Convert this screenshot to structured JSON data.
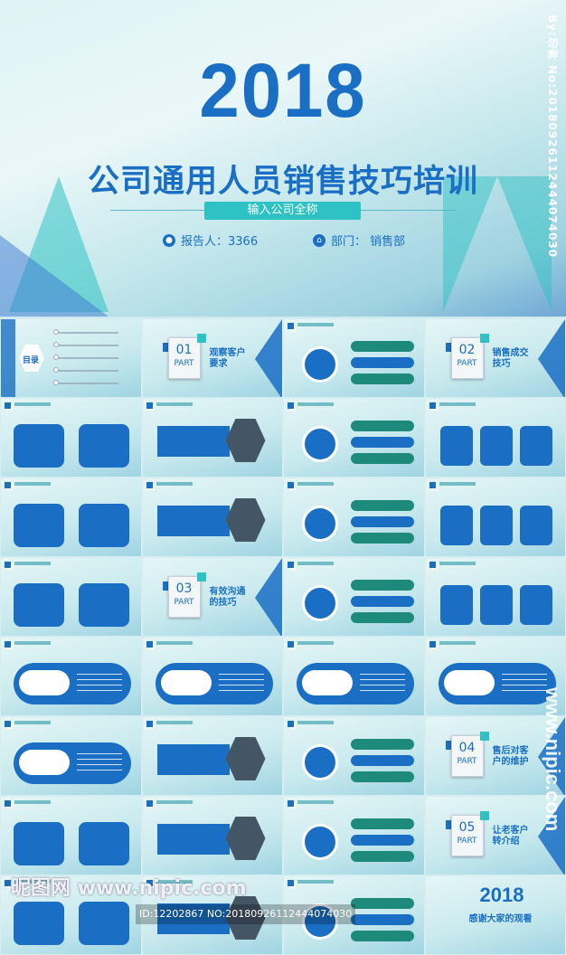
{
  "cover": {
    "year": "2018",
    "title": "公司通用人员销售技巧培训",
    "company_placeholder": "输入公司全称",
    "reporter_label": "报告人：3366",
    "department_label": "部门：  销售部",
    "side_text": "By:勿奔 No:20180926112444074030",
    "colors": {
      "primary": "#1a6fc4",
      "teal": "#2fc2c4",
      "green": "#1d8a7c"
    }
  },
  "thumbnails": [
    {
      "kind": "toc",
      "label": "目录"
    },
    {
      "kind": "part",
      "num": "01",
      "part": "PART",
      "title": "观察客户要求"
    },
    {
      "kind": "content"
    },
    {
      "kind": "part",
      "num": "02",
      "part": "PART",
      "title": "销售成交技巧"
    },
    {
      "kind": "content"
    },
    {
      "kind": "content"
    },
    {
      "kind": "content"
    },
    {
      "kind": "content"
    },
    {
      "kind": "content"
    },
    {
      "kind": "content"
    },
    {
      "kind": "content"
    },
    {
      "kind": "content"
    },
    {
      "kind": "content"
    },
    {
      "kind": "part",
      "num": "03",
      "part": "PART",
      "title": "有效沟通的技巧"
    },
    {
      "kind": "content"
    },
    {
      "kind": "content"
    },
    {
      "kind": "pill"
    },
    {
      "kind": "pill"
    },
    {
      "kind": "pill"
    },
    {
      "kind": "pill"
    },
    {
      "kind": "pill"
    },
    {
      "kind": "content"
    },
    {
      "kind": "content"
    },
    {
      "kind": "part",
      "num": "04",
      "part": "PART",
      "title": "售后对客户的维护"
    },
    {
      "kind": "content"
    },
    {
      "kind": "content"
    },
    {
      "kind": "content"
    },
    {
      "kind": "part",
      "num": "05",
      "part": "PART",
      "title": "让老客户转介绍"
    },
    {
      "kind": "content"
    },
    {
      "kind": "content"
    },
    {
      "kind": "content"
    },
    {
      "kind": "end",
      "year": "2018",
      "text": "感谢大家的观看"
    }
  ],
  "watermark": {
    "logo_text": "昵图网 www.nipic.com",
    "id_text": "ID:12202867 NO:20180926112444074030",
    "side_text": "www.nipic.com"
  }
}
